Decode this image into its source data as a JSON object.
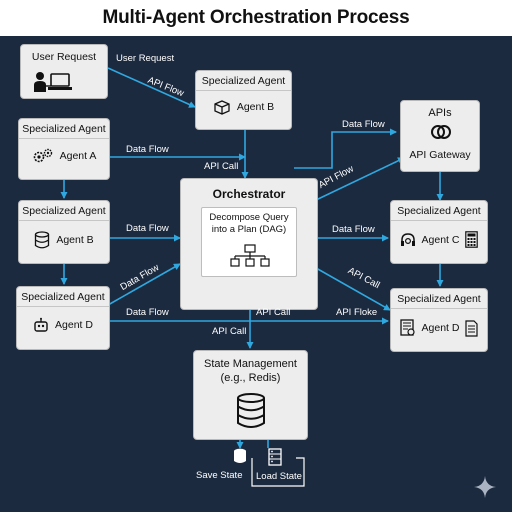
{
  "title": "Multi-Agent Orchestration Process",
  "nodes": {
    "user_request": {
      "label": "User Request",
      "icon": "user-computer-icon"
    },
    "agent_b_top": {
      "header": "Specialized Agent",
      "name": "Agent B",
      "icon": "boxes-icon"
    },
    "apis": {
      "header": "APIs",
      "name": "API Gateway",
      "icon": "link-ring-icon"
    },
    "agent_a": {
      "header": "Specialized Agent",
      "name": "Agent A",
      "icon": "gears-icon"
    },
    "agent_b_left": {
      "header": "Specialized Agent",
      "name": "Agent B",
      "icon": "database-icon"
    },
    "agent_d_left": {
      "header": "Specialized Agent",
      "name": "Agent D",
      "icon": "robot-icon"
    },
    "agent_c": {
      "header": "Specialized Agent",
      "name": "Agent C",
      "icon": "headset-calculator-icon"
    },
    "agent_d_right": {
      "header": "Specialized Agent",
      "name": "Agent D",
      "icon": "document-icon"
    },
    "orchestrator": {
      "title": "Orchestrator",
      "inner_text": "Decompose Query into a Plan (DAG)",
      "icon": "dag-icon"
    },
    "state_management": {
      "title": "State Management (e.g., Redis)",
      "icon": "database-icon"
    },
    "save_state": {
      "label": "Save State",
      "icon": "database-small-icon"
    },
    "load_state": {
      "label": "Load State",
      "icon": "server-icon"
    }
  },
  "edge_labels": {
    "user_request": "User Request",
    "api_flow_top": "API Flow",
    "data_flow_a": "Data Flow",
    "api_call_center": "API Call",
    "data_flow_apis": "Data Flow",
    "api_flow_right": "API Flow",
    "data_flow_b": "Data Flow",
    "data_flow_c": "Data Flow",
    "data_flow_diag": "Data Flow",
    "api_call_right": "API Call",
    "data_flow_d": "Data Flow",
    "api_call_bottom": "API Call",
    "api_floke": "API Floke",
    "api_call_state": "API Call"
  },
  "colors": {
    "background": "#1c2a3f",
    "arrow": "#2fa8e0",
    "box": "#ededed",
    "sparkle": "#aab3c2"
  }
}
